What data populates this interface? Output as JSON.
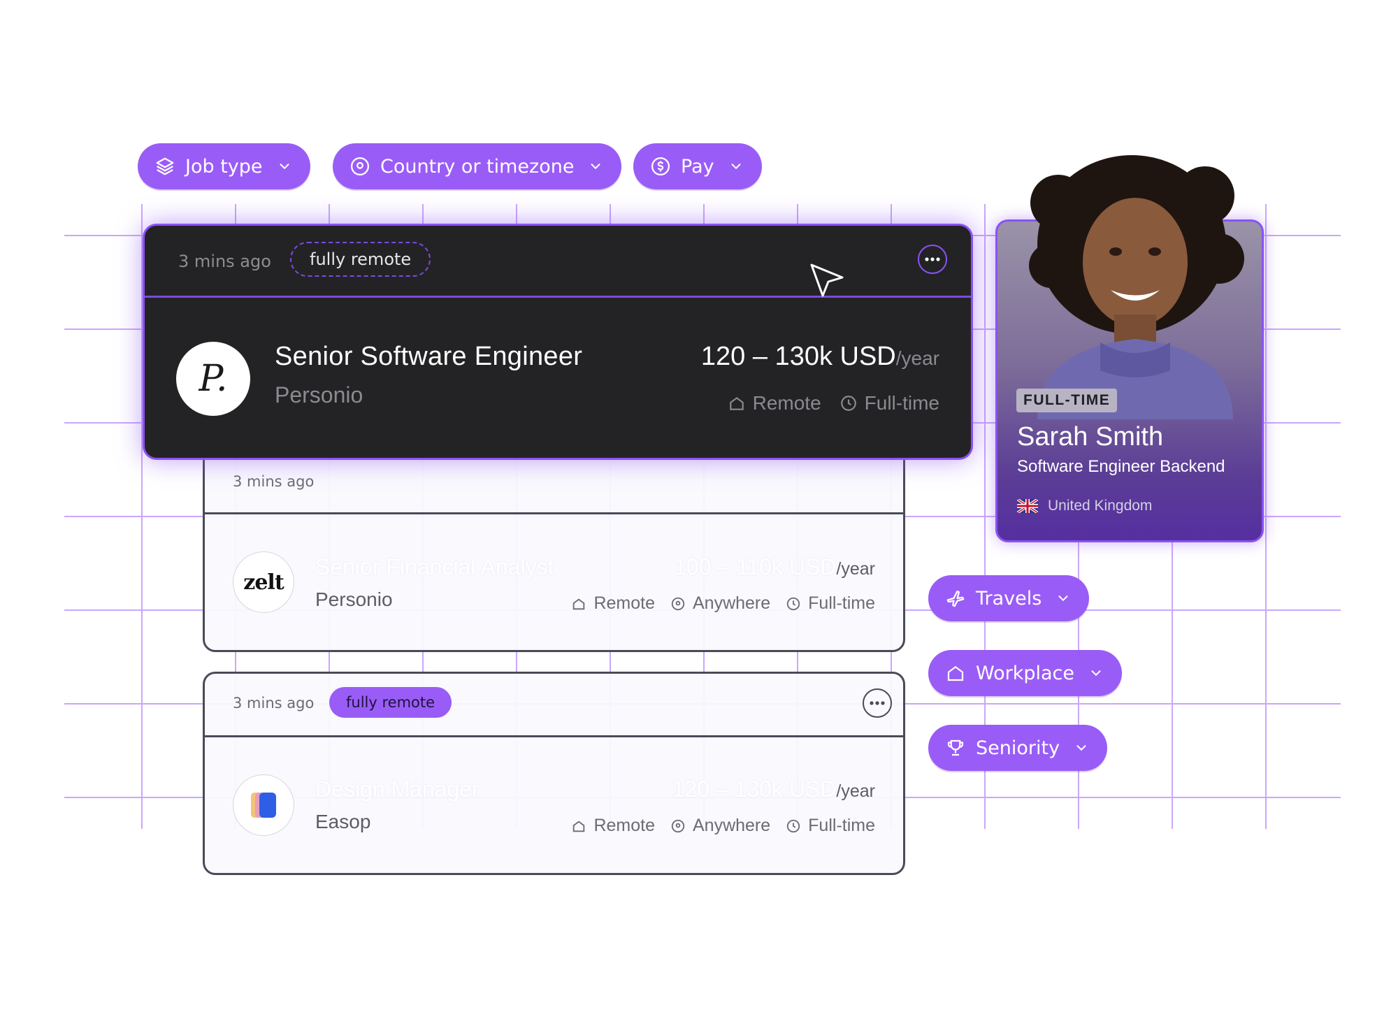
{
  "filters_top": [
    {
      "label": "Job type",
      "icon": "layers-icon"
    },
    {
      "label": "Country or timezone",
      "icon": "location-pin-icon"
    },
    {
      "label": "Pay",
      "icon": "dollar-coin-icon"
    }
  ],
  "filters_side": [
    {
      "label": "Travels",
      "icon": "plane-icon"
    },
    {
      "label": "Workplace",
      "icon": "home-icon"
    },
    {
      "label": "Seniority",
      "icon": "trophy-icon"
    }
  ],
  "featured": {
    "time": "3 mins ago",
    "tag": "fully remote",
    "logo_text": "P.",
    "title": "Senior Software Engineer",
    "company": "Personio",
    "salary": "120 – 130k USD",
    "salary_unit": "/year",
    "meta": [
      "Remote",
      "Full-time"
    ]
  },
  "jobs": [
    {
      "time": "3 mins ago",
      "logo_text": "zelt",
      "title": "Senior Financial Analyst",
      "company": "Personio",
      "salary": "100 – 110k USD",
      "salary_unit": "/year",
      "meta": [
        "Remote",
        "Anywhere",
        "Full-time"
      ]
    },
    {
      "time": "3 mins ago",
      "tag": "fully remote",
      "title": "Design Manager",
      "company": "Easop",
      "salary": "120 – 130k USD",
      "salary_unit": "/year",
      "meta": [
        "Remote",
        "Anywhere",
        "Full-time"
      ]
    }
  ],
  "profile": {
    "badge": "FULL-TIME",
    "name": "Sarah Smith",
    "role": "Software Engineer Backend",
    "location": "United Kingdom"
  },
  "colors": {
    "accent": "#9a5cf6",
    "dark_card": "#232325",
    "grid": "#c9a7fb"
  }
}
